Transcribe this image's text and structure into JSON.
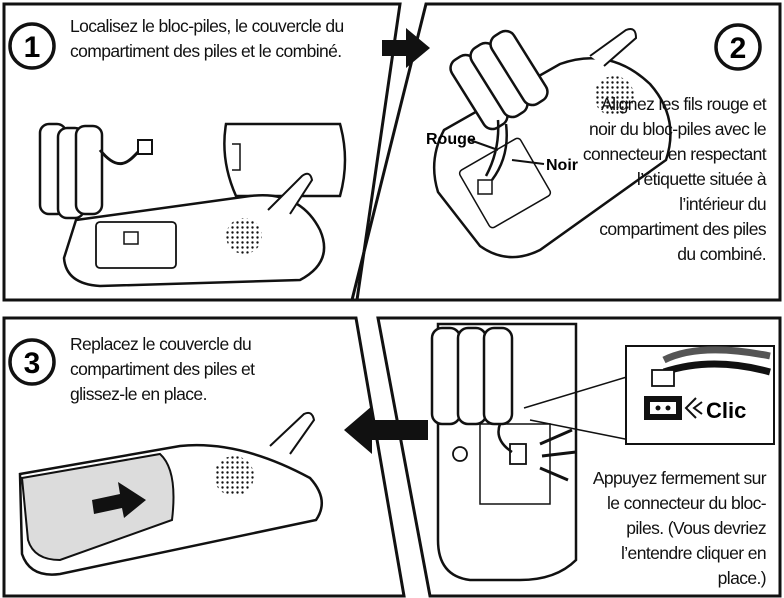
{
  "steps": [
    {
      "number": "1",
      "text": "Localisez le bloc-piles, le couvercle du compartiment des piles et le combiné."
    },
    {
      "number": "2",
      "text": "Alignez les fils rouge et noir du bloc-piles avec le connecteur en respectant l’étiquette située à l’intérieur du compartiment des piles du combiné."
    },
    {
      "number": "3",
      "text": "Replacez le couvercle du compartiment des piles et glissez-le en place."
    },
    {
      "text": "Appuyez fermement sur le connecteur du bloc-piles. (Vous devriez l’entendre cliquer en place.)"
    }
  ],
  "labels": {
    "red": "Rouge",
    "black": "Noir",
    "click": "Clic"
  },
  "colors": {
    "line": "#111111",
    "fill": "#ffffff",
    "shade": "#dcdcdc",
    "dark": "#1a1a1a"
  }
}
